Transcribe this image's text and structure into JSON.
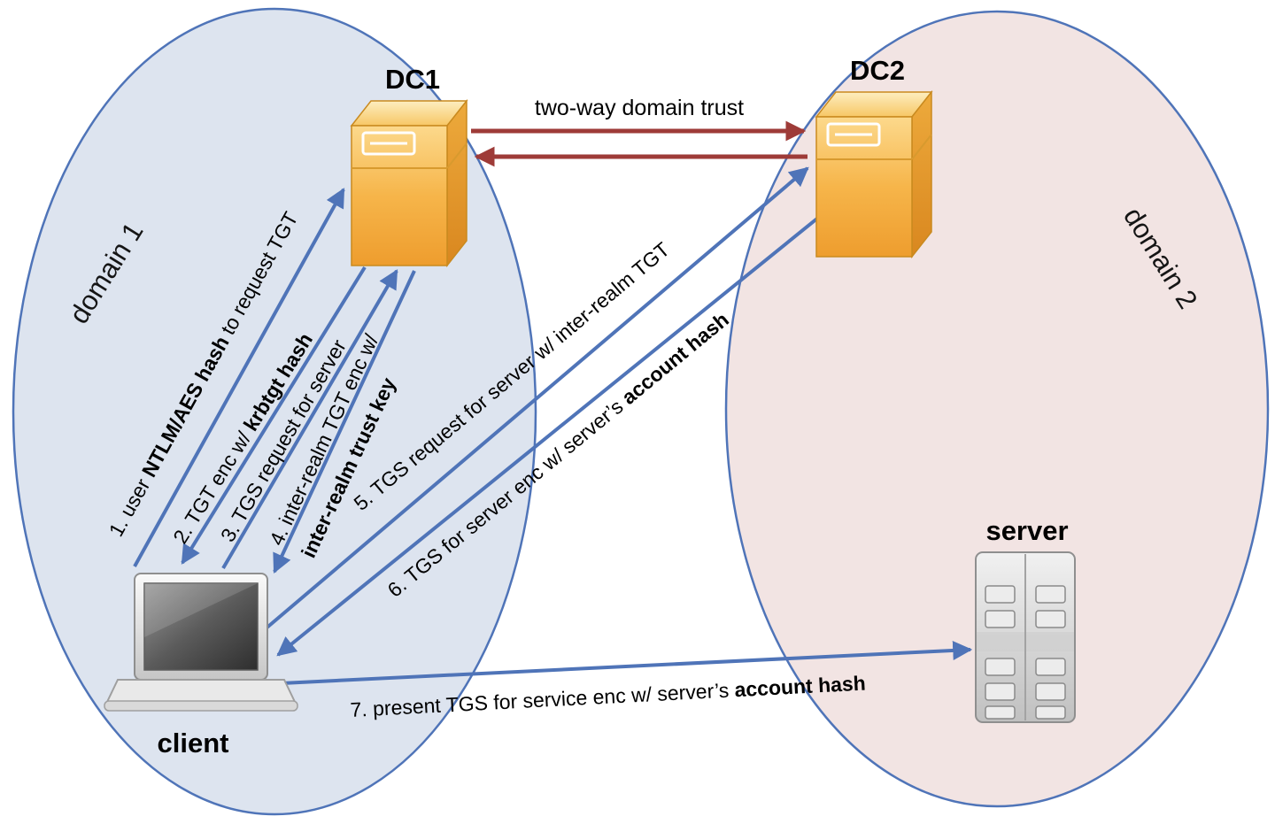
{
  "diagram": {
    "type": "cross-domain-kerberos-trust-diagram",
    "domains": {
      "domain1": {
        "label": "domain 1"
      },
      "domain2": {
        "label": "domain 2"
      }
    },
    "nodes": {
      "dc1": {
        "label": "DC1",
        "kind": "domain controller"
      },
      "dc2": {
        "label": "DC2",
        "kind": "domain controller"
      },
      "client": {
        "label": "client",
        "kind": "laptop"
      },
      "server": {
        "label": "server",
        "kind": "server"
      }
    },
    "trust": {
      "label": "two-way domain trust",
      "from": "DC1",
      "to": "DC2",
      "direction": "two-way"
    },
    "edges": {
      "e1": {
        "from": "client",
        "to": "DC1",
        "pre": "1. user ",
        "bold": "NTLM/AES hash",
        "post": " to request TGT"
      },
      "e2": {
        "from": "DC1",
        "to": "client",
        "pre": "2. TGT enc w/ ",
        "bold": "krbtgt hash",
        "post": ""
      },
      "e3": {
        "from": "client",
        "to": "DC1",
        "pre": "3. TGS request for server",
        "bold": "",
        "post": ""
      },
      "e4": {
        "from": "DC1",
        "to": "client",
        "line1": "4. inter-realm TGT enc w/",
        "line2_bold": "inter-realm trust key"
      },
      "e5": {
        "from": "client",
        "to": "DC2",
        "pre": "5. TGS request for server w/ inter-realm TGT",
        "bold": "",
        "post": ""
      },
      "e6": {
        "from": "DC2",
        "to": "client",
        "pre": "6. TGS for server enc w/ server’s ",
        "bold": "account hash",
        "post": ""
      },
      "e7": {
        "from": "client",
        "to": "server",
        "pre": "7. present TGS for service enc w/ server’s ",
        "bold": "account hash",
        "post": ""
      }
    },
    "colors": {
      "domain1_fill": "#dde4ef",
      "domain2_fill": "#f2e4e3",
      "domain_stroke": "#4f74b8",
      "arrow_blue": "#4f74b8",
      "arrow_red": "#9e3b38",
      "dc_orange": "#f5a93c",
      "text": "#000000"
    }
  }
}
